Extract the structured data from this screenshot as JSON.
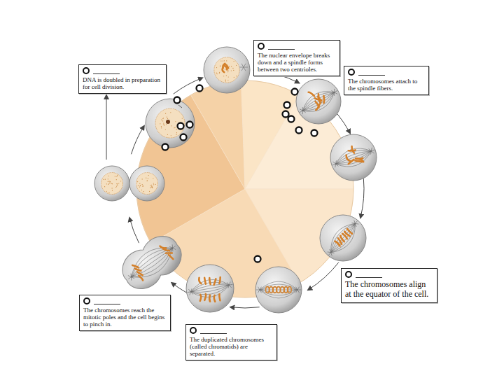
{
  "diagram": {
    "nodes": [
      {
        "text": [
          "The nuclear envelope breaks down and a spindle forms between two centrioles."
        ]
      },
      {
        "text": [
          "DNA is doubled in preparation for cell division."
        ]
      },
      {
        "text": [
          "The chromosomes attach to the spindle fibers."
        ]
      },
      {
        "text": [
          "The chromosomes align at the equator of the cell."
        ]
      },
      {
        "text": [
          "The chromosomes reach the mitotic poles and the cell begins to pinch in."
        ]
      },
      {
        "text": [
          "The duplicated chromosomes (called chromatids) are separated."
        ]
      }
    ]
  }
}
